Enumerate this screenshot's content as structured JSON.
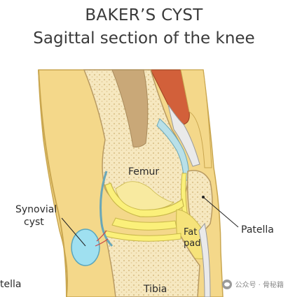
{
  "title": "BAKER’S CYST",
  "subtitle": "Sagittal section of the knee",
  "labels": {
    "femur": "Femur",
    "synovial_cyst": "Synovial\ncyst",
    "synovial_line1": "Synovial",
    "synovial_line2": "cyst",
    "patella": "Patella",
    "patella_partial": "tella",
    "fat_pad_line1": "Fat",
    "fat_pad_line2": "pad",
    "tibia": "Tibia"
  },
  "watermark": "公众号 · 骨秘籍",
  "colors": {
    "skin": "#f4d88a",
    "skin_outline": "#c9a64f",
    "bone": "#f3e3b8",
    "marrow_dot": "#d9c08a",
    "cartilage": "#fbf07a",
    "synovium": "#b9e0e8",
    "cyst": "#9fe0f0",
    "muscle": "#d2603a",
    "tendon": "#e8e8e8",
    "shaft": "#c9a878"
  }
}
